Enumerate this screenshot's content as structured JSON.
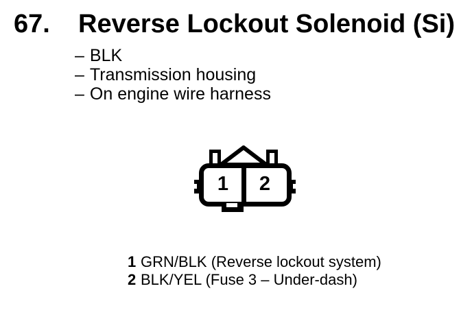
{
  "colors": {
    "ink": "#000000",
    "paper": "#ffffff"
  },
  "header": {
    "item_number": "67.",
    "title": "Reverse Lockout Solenoid (Si)"
  },
  "details": {
    "bullet": "–",
    "items": [
      "BLK",
      "Transmission housing",
      "On engine wire harness"
    ]
  },
  "connector": {
    "cavities": [
      "1",
      "2"
    ]
  },
  "pin_list": [
    {
      "number": "1",
      "label": "GRN/BLK (Reverse lockout system)"
    },
    {
      "number": "2",
      "label": "BLK/YEL (Fuse 3 – Under-dash)"
    }
  ]
}
